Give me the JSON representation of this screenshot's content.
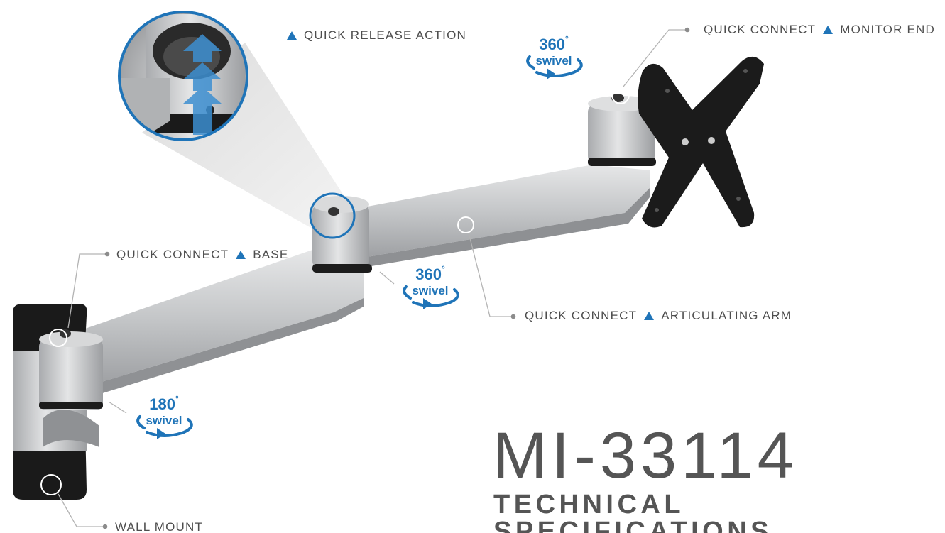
{
  "callouts": {
    "release": {
      "name": "QUICK RELEASE ACTION"
    },
    "monitor": {
      "left": "QUICK CONNECT",
      "right": "MONITOR END"
    },
    "base": {
      "left": "QUICK CONNECT",
      "right": "BASE"
    },
    "arm": {
      "left": "QUICK CONNECT",
      "right": "ARTICULATING ARM"
    },
    "wall": {
      "name": "WALL MOUNT"
    }
  },
  "swivels": {
    "monitor": {
      "degrees": "360",
      "symbol": "°",
      "word": "swivel"
    },
    "arm": {
      "degrees": "360",
      "symbol": "°",
      "word": "swivel"
    },
    "base": {
      "degrees": "180",
      "symbol": "°",
      "word": "swivel"
    }
  },
  "product": {
    "model": "MI-33114",
    "subtitle": "TECHNICAL SPECIFICATIONS"
  },
  "colors": {
    "accent": "#1f74b8",
    "text": "#4d4d4d",
    "heading": "#555555",
    "metal": "#c9cbcd",
    "dark": "#222222"
  }
}
